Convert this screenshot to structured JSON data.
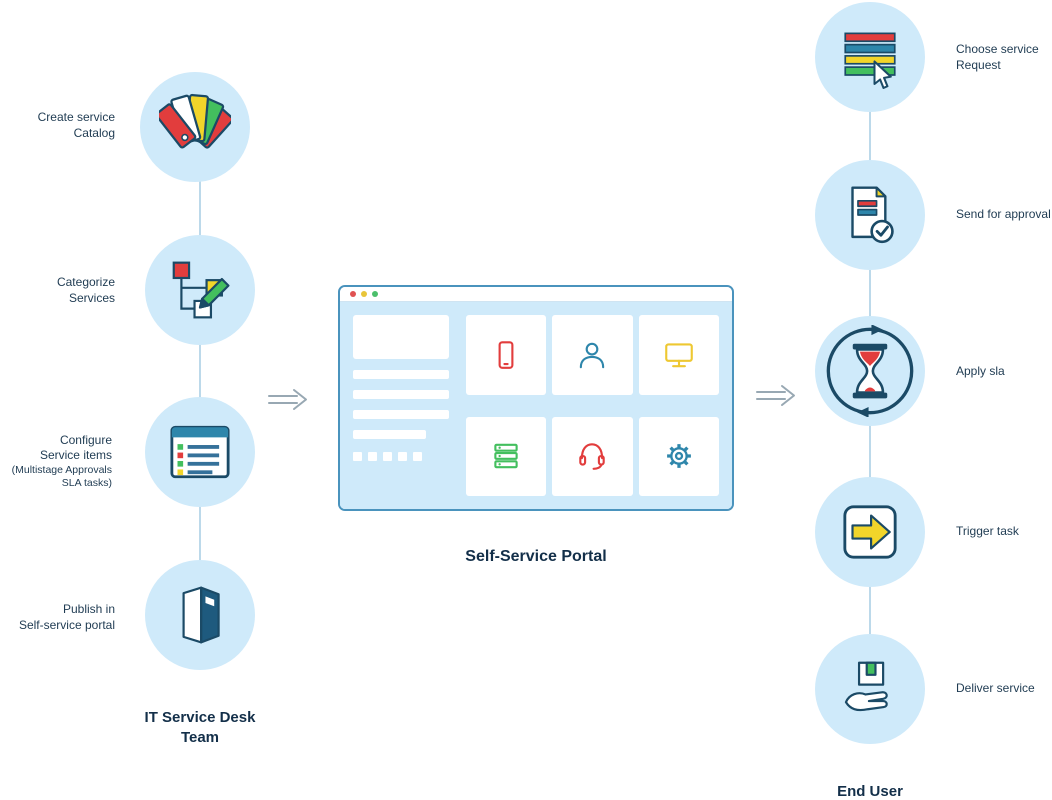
{
  "palette": {
    "circle_fill": "#cfeafa",
    "outline_navy": "#1b4a66",
    "red": "#e23d3d",
    "yellow": "#f2d52a",
    "green": "#43bf5e",
    "blue": "#2e86ab",
    "connector_line": "#bcd9ea",
    "arrow_gray": "#98a8b3",
    "portal_border": "#4a93bd"
  },
  "left_column": {
    "title": "IT Service Desk\nTeam",
    "steps": [
      {
        "label": "Create service\nCatalog",
        "icon": "service-catalog-tags-icon"
      },
      {
        "label": "Categorize\nServices",
        "icon": "categorize-flowchart-icon"
      },
      {
        "label": "Configure\nService items",
        "sublabel": "(Multistage Approvals\nSLA tasks)",
        "icon": "configure-checklist-icon"
      },
      {
        "label": "Publish in\nSelf-service portal",
        "icon": "publish-brochure-icon"
      }
    ]
  },
  "portal": {
    "title": "Self-Service Portal",
    "window_dots": [
      "#e05252",
      "#e8c53a",
      "#4bbf6b"
    ],
    "tiles": [
      {
        "icon": "mobile-phone-icon",
        "color": "#e23d3d"
      },
      {
        "icon": "user-icon",
        "color": "#2e86ab"
      },
      {
        "icon": "monitor-icon",
        "color": "#eec832"
      },
      {
        "icon": "server-stack-icon",
        "color": "#43bf5e"
      },
      {
        "icon": "headset-icon",
        "color": "#e23d3d"
      },
      {
        "icon": "gear-icon",
        "color": "#2e86ab"
      }
    ]
  },
  "right_column": {
    "title": "End User",
    "steps": [
      {
        "label": "Choose service\nRequest",
        "icon": "service-list-cursor-icon"
      },
      {
        "label": "Send for approval",
        "icon": "approval-document-icon"
      },
      {
        "label": "Apply sla",
        "icon": "sla-hourglass-icon"
      },
      {
        "label": "Trigger task",
        "icon": "trigger-arrow-icon"
      },
      {
        "label": "Deliver service",
        "icon": "deliver-hand-box-icon"
      }
    ]
  }
}
